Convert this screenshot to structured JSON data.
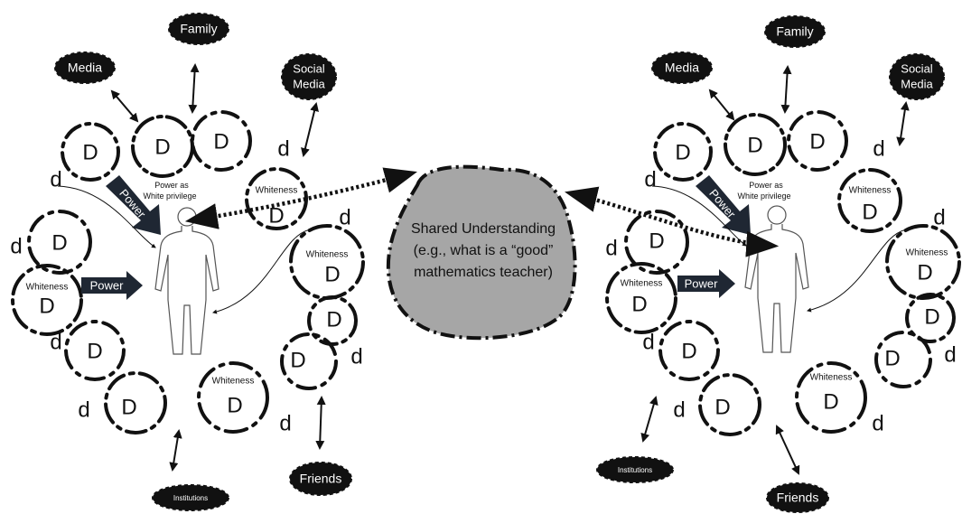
{
  "labels": {
    "family": "Family",
    "media": "Media",
    "social_media_1": "Social",
    "social_media_2": "Media",
    "friends": "Friends",
    "institutions": "Institutions",
    "whiteness": "Whiteness",
    "power": "Power",
    "power_as_1": "Power as",
    "power_as_2": "White privilege",
    "big_d": "D",
    "small_d": "d",
    "shared_1": "Shared Understanding",
    "shared_2": "(e.g., what is a “good”",
    "shared_3": "mathematics teacher)"
  },
  "colors": {
    "ink": "#111111",
    "shared_fill": "#a6a6a6",
    "person_outline": "#555555",
    "power_arrow": "#1f2733"
  }
}
